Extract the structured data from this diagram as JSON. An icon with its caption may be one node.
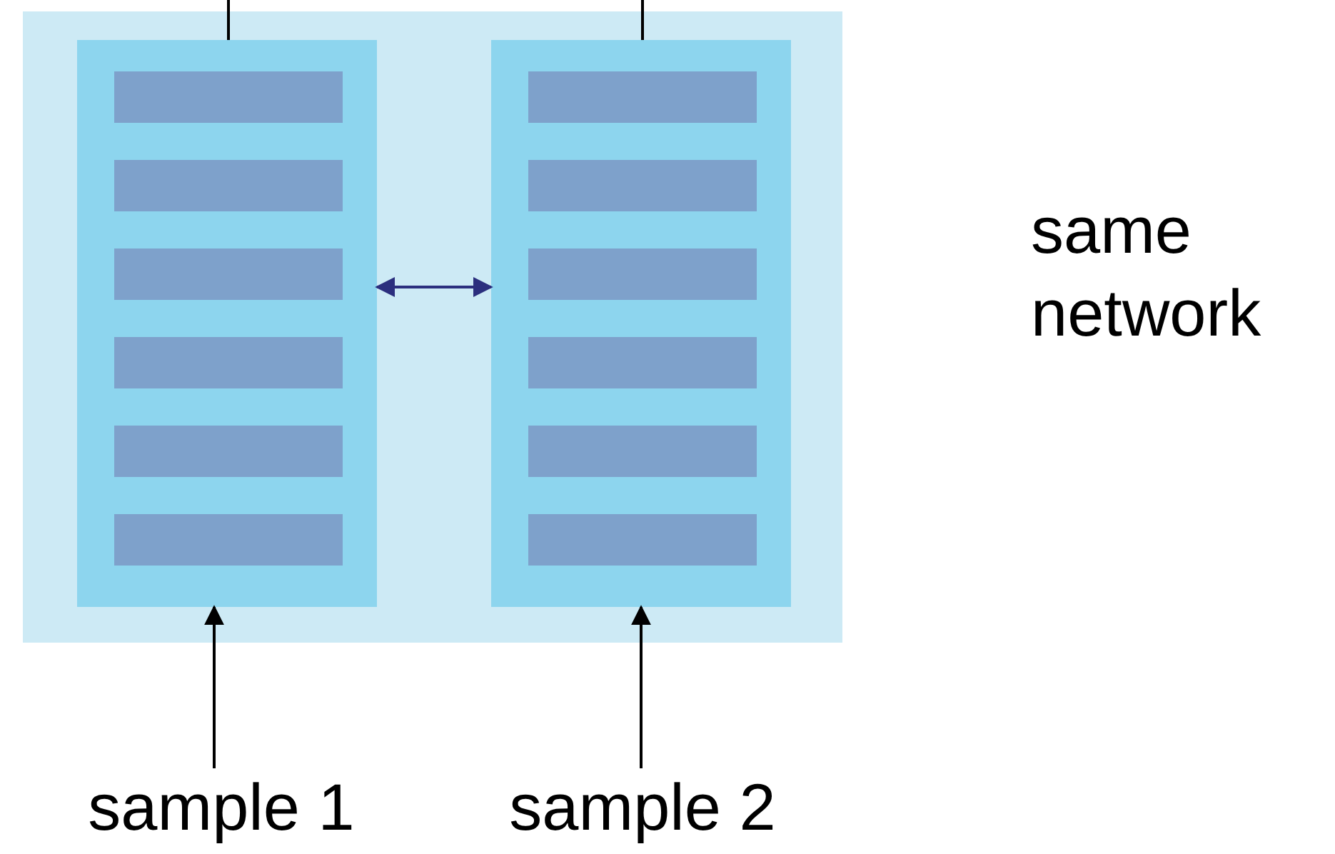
{
  "diagram": {
    "nodes": [
      {
        "text": [],
        "shape": "box"
      },
      {
        "text": [],
        "shape": "box",
        "in": 0
      },
      {
        "text": [],
        "shape": "box",
        "in": 0
      },
      {
        "text": [],
        "shape": "bar",
        "in": 1
      },
      {
        "text": [],
        "shape": "bar",
        "in": 1
      },
      {
        "text": [],
        "shape": "bar",
        "in": 1
      },
      {
        "text": [],
        "shape": "bar",
        "in": 1
      },
      {
        "text": [],
        "shape": "bar",
        "in": 1
      },
      {
        "text": [],
        "shape": "bar",
        "in": 1
      },
      {
        "text": [],
        "shape": "bar",
        "in": 2
      },
      {
        "text": [],
        "shape": "bar",
        "in": 2
      },
      {
        "text": [],
        "shape": "bar",
        "in": 2
      },
      {
        "text": [],
        "shape": "bar",
        "in": 2
      },
      {
        "text": [],
        "shape": "bar",
        "in": 2
      },
      {
        "text": [],
        "shape": "bar",
        "in": 2
      },
      {
        "text": [
          "sample 1"
        ]
      },
      {
        "text": [
          "sample 2"
        ]
      }
    ],
    "edges": [
      {
        "from": null,
        "to": 1,
        "arrow": "none"
      },
      {
        "from": null,
        "to": 2,
        "arrow": "none"
      },
      {
        "from": 1,
        "to": 2,
        "arrow": "both",
        "color": "#2b2f7e"
      },
      {
        "from": 15,
        "to": 1,
        "arrow": "to"
      },
      {
        "from": 16,
        "to": 2,
        "arrow": "to"
      }
    ],
    "labels": [
      "same network"
    ]
  }
}
